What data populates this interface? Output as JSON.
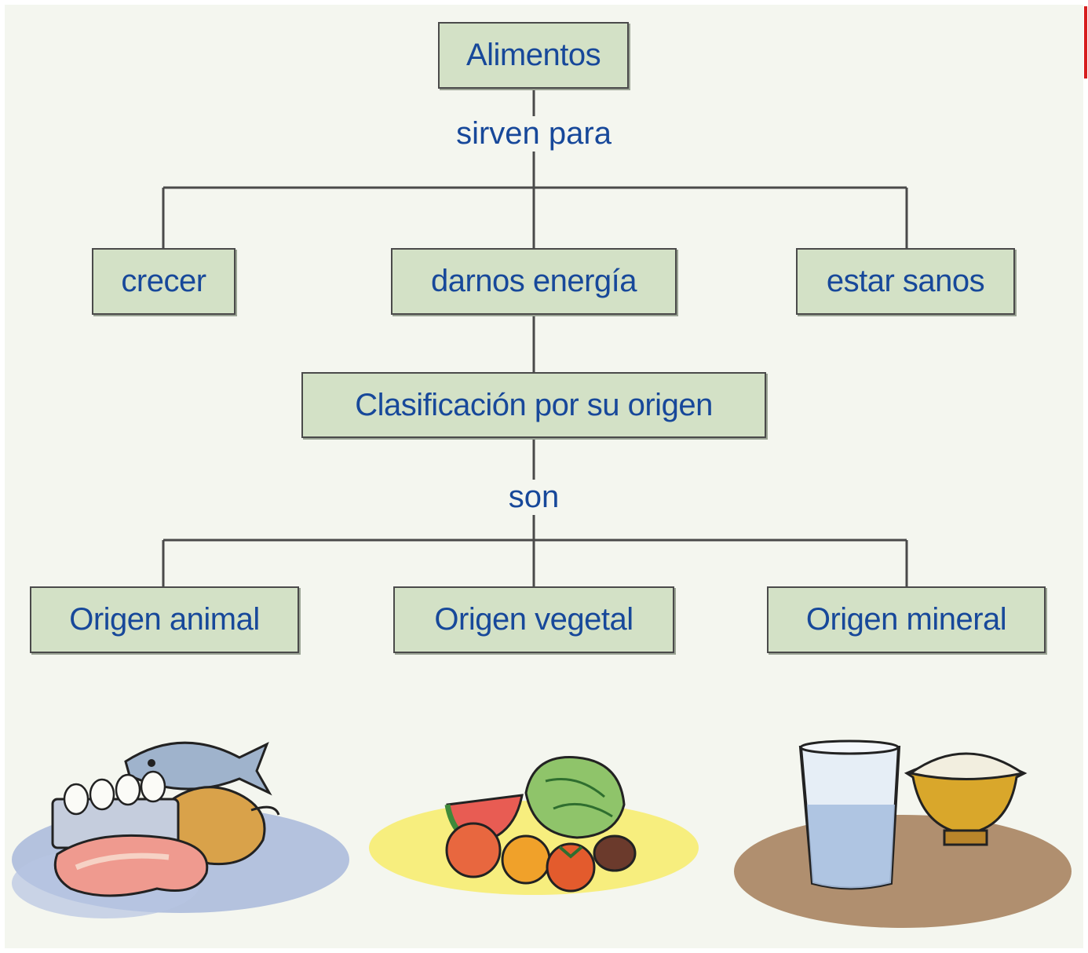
{
  "diagram": {
    "root": "Alimentos",
    "connector_purpose": "sirven para",
    "purposes": [
      "crecer",
      "darnos energía",
      "estar sanos"
    ],
    "classification": "Clasificación por su origen",
    "connector_types": "son",
    "origins": [
      "Origen animal",
      "Origen vegetal",
      "Origen mineral"
    ]
  },
  "colors": {
    "text": "#17489a",
    "box_fill": "#d3e1c6",
    "box_border": "#4a4a4a",
    "background": "#f4f6ef"
  },
  "illustrations": [
    "animal-foods-illustration",
    "vegetable-foods-illustration",
    "mineral-foods-illustration"
  ]
}
